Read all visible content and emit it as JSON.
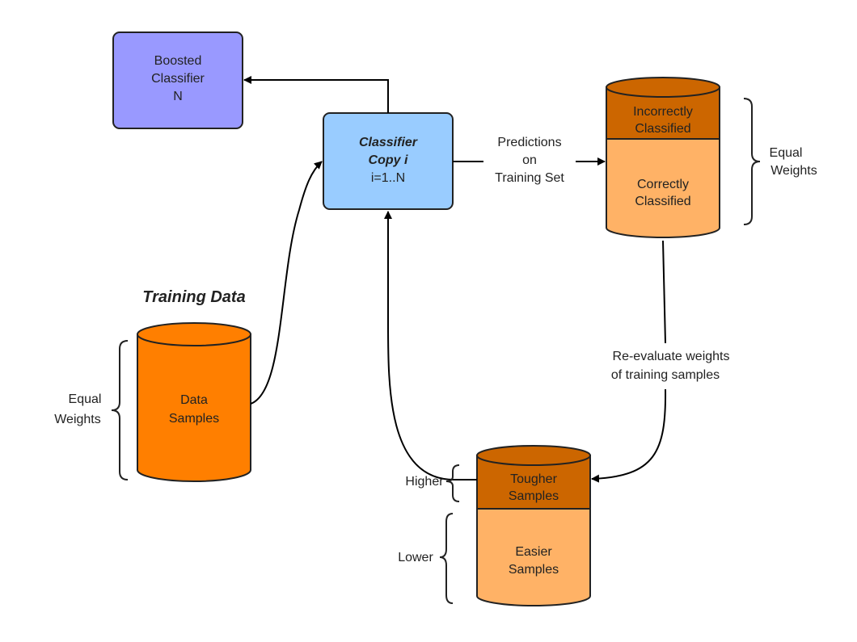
{
  "colors": {
    "boosted_fill": "#9999ff",
    "classifier_fill": "#99ccff",
    "orange": "#ff7f00",
    "dark_orange": "#cc6600",
    "light_orange": "#ffb266"
  },
  "boosted": {
    "line1": "Boosted",
    "line2": "Classifier",
    "line3": "N"
  },
  "classifier": {
    "line1": "Classifier",
    "line2": "Copy i",
    "line3": "i=1..N"
  },
  "predictions": {
    "line1": "Predictions",
    "line2": "on",
    "line3": "Training Set"
  },
  "result_cylinder": {
    "top_line1": "Incorrectly",
    "top_line2": "Classified",
    "bottom_line1": "Correctly",
    "bottom_line2": "Classified"
  },
  "result_weights": {
    "line1": "Equal",
    "line2": "Weights"
  },
  "training_title": "Training Data",
  "data_cylinder": {
    "line1": "Data",
    "line2": "Samples"
  },
  "data_weights": {
    "line1": "Equal",
    "line2": "Weights"
  },
  "reevaluate": {
    "line1": "Re-evaluate weights",
    "line2": "of training samples"
  },
  "weighted_cylinder": {
    "top_line1": "Tougher",
    "top_line2": "Samples",
    "bottom_line1": "Easier",
    "bottom_line2": "Samples"
  },
  "higher_label": "Higher",
  "lower_label": "Lower"
}
